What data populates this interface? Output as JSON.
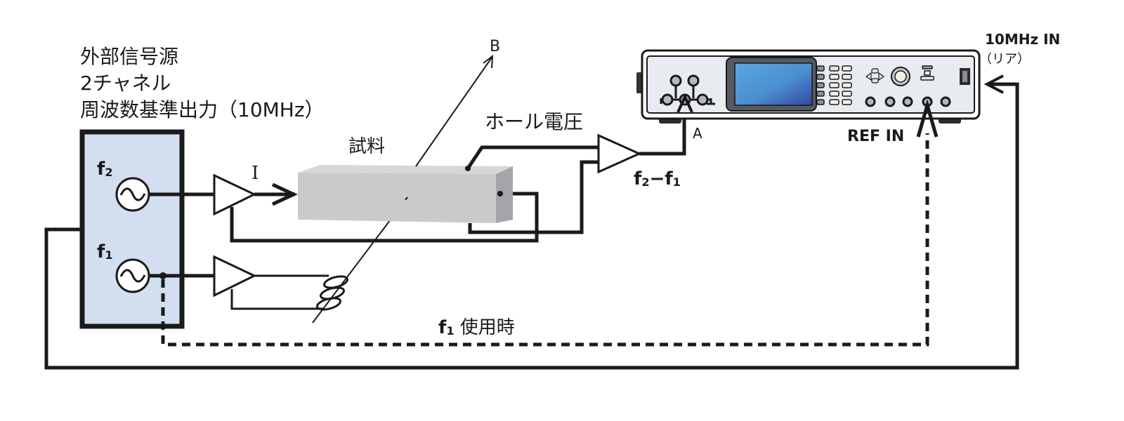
{
  "source": {
    "title_lines": [
      "外部信号源",
      "2チャネル",
      "周波数基準出力（10MHz）"
    ],
    "channel_top": {
      "label": "f",
      "sub": "2"
    },
    "channel_bottom": {
      "label": "f",
      "sub": "1"
    },
    "box_fill": "#d3dff0"
  },
  "labels": {
    "current": "I",
    "sample": "試料",
    "magnetic_field": "B",
    "hall_voltage": "ホール電圧",
    "diff_freq_a": "f",
    "diff_freq_a_sub": "2",
    "diff_freq_minus": "−",
    "diff_freq_b": "f",
    "diff_freq_b_sub": "1",
    "input_a": "A",
    "ref_in": "REF IN",
    "ext_ref_in": "10MHz IN",
    "ext_ref_in_note": "（リア）",
    "f1_usage_f": "f",
    "f1_usage_sub": "1",
    "f1_usage_text": " 使用時"
  },
  "colors": {
    "line": "#1a1a1a",
    "sample_front": "#c8c9cb",
    "sample_top": "#d6d7d9",
    "sample_side": "#a3a4a7",
    "instrument_body": "#e8ebef",
    "screen_from": "#58a4dc",
    "screen_to": "#3a4fa8"
  }
}
